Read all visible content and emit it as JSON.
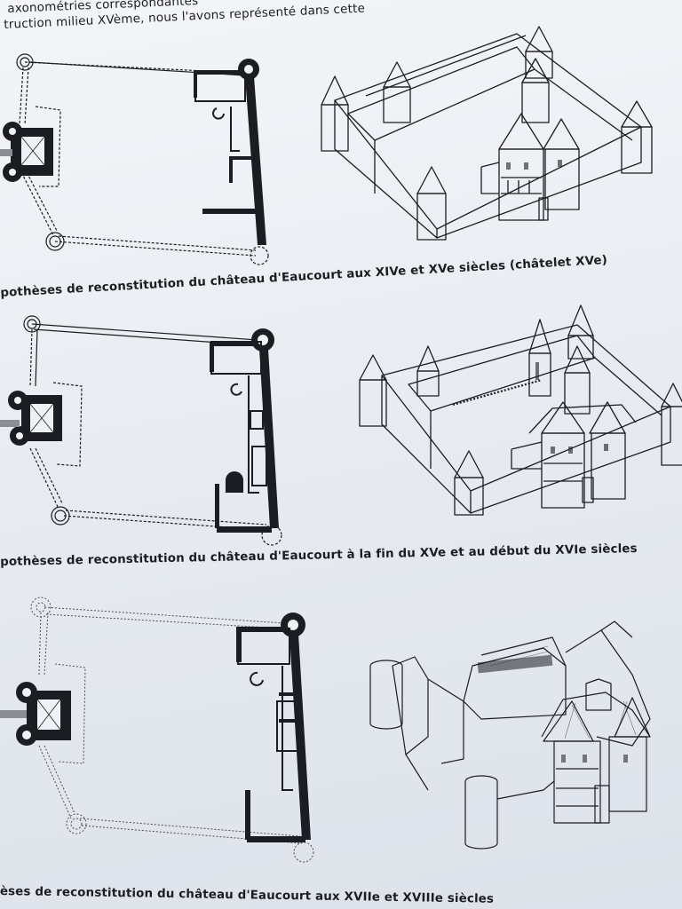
{
  "intro": {
    "line1": "axonométries correspondantes",
    "line2": "truction milieu XVème, nous l'avons représenté dans cette"
  },
  "figures": [
    {
      "caption": "pothèses de reconstitution du château d'Eaucourt aux XIVe et XVe siècles (châtelet XVe)"
    },
    {
      "caption": "pothèses de reconstitution du château d'Eaucourt à la fin du XVe et au début du XVIe siècles"
    },
    {
      "caption": "èses de reconstitution du château d'Eaucourt aux XVIIe et XVIIIe siècles"
    }
  ],
  "colors": {
    "ink": "#1c1d22",
    "paper": "#eef1f5"
  }
}
